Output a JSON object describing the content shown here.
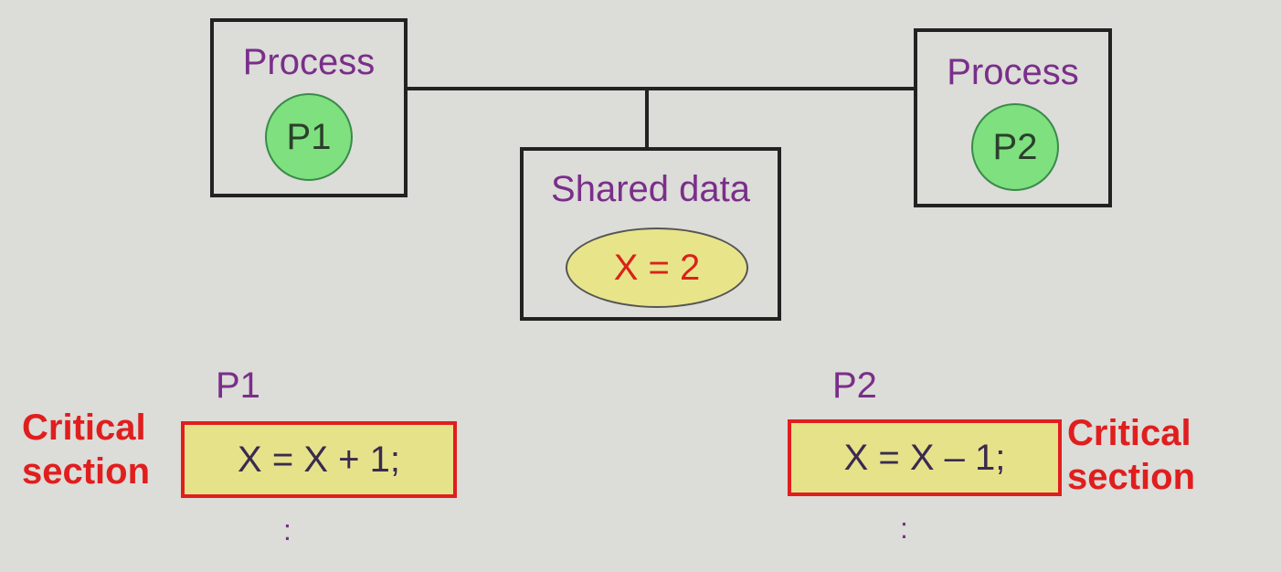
{
  "process_left": {
    "title": "Process",
    "node": "P1"
  },
  "process_right": {
    "title": "Process",
    "node": "P2"
  },
  "shared": {
    "title": "Shared data",
    "value": "X = 2"
  },
  "p1_code": {
    "label": "P1",
    "code": "X = X + 1;",
    "critical_line1": "Critical",
    "critical_line2": "section",
    "continuation": ":"
  },
  "p2_code": {
    "label": "P2",
    "code": "X = X – 1;",
    "critical_line1": "Critical",
    "critical_line2": "section",
    "continuation": ":"
  },
  "colors": {
    "background": "#dcdcd8",
    "process_title": "#7a2e8a",
    "node_fill": "#7ee07e",
    "shared_value_fill": "#e8e48a",
    "shared_value_text": "#d8231a",
    "critical": "#e01e1e",
    "code_fill": "#e6e28a"
  }
}
